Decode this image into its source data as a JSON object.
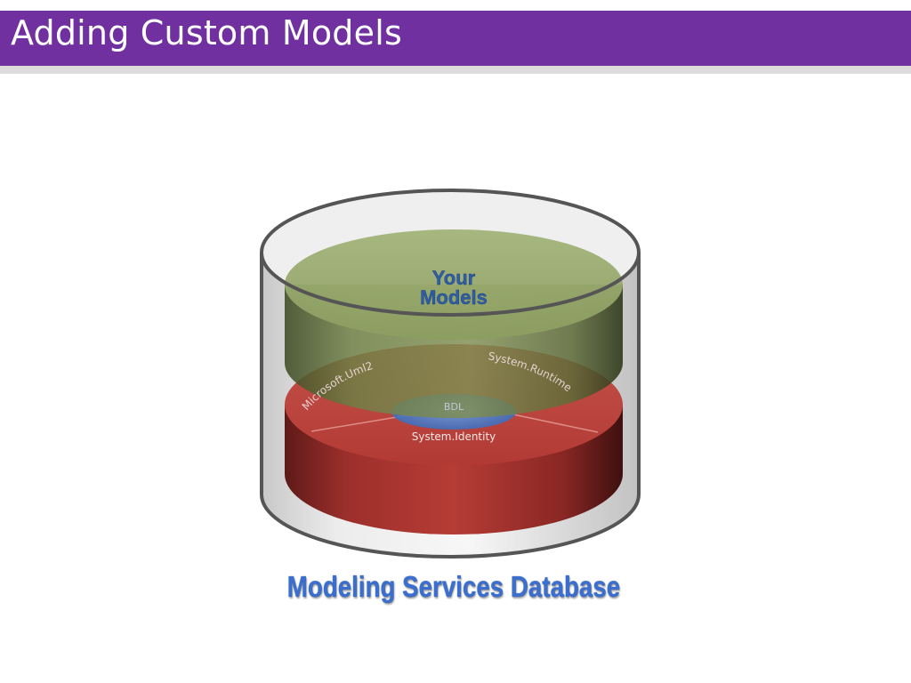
{
  "slide": {
    "title": "Adding Custom Models"
  },
  "diagram": {
    "top_layer_label_line1": "Your",
    "top_layer_label_line2": "Models",
    "bottom_layer_center_label": "BDL",
    "bottom_layer_segments": [
      "Microsoft.Uml2",
      "System.Runtime",
      "System.Identity"
    ],
    "caption": "Modeling Services Database"
  },
  "colors": {
    "title_bar": "#7030a0",
    "title_text": "#ffffff",
    "models_layer": "#8fa35d",
    "core_layer": "#b23a35",
    "core_center": "#4a7bc8",
    "caption_text": "#3a6fd0"
  }
}
